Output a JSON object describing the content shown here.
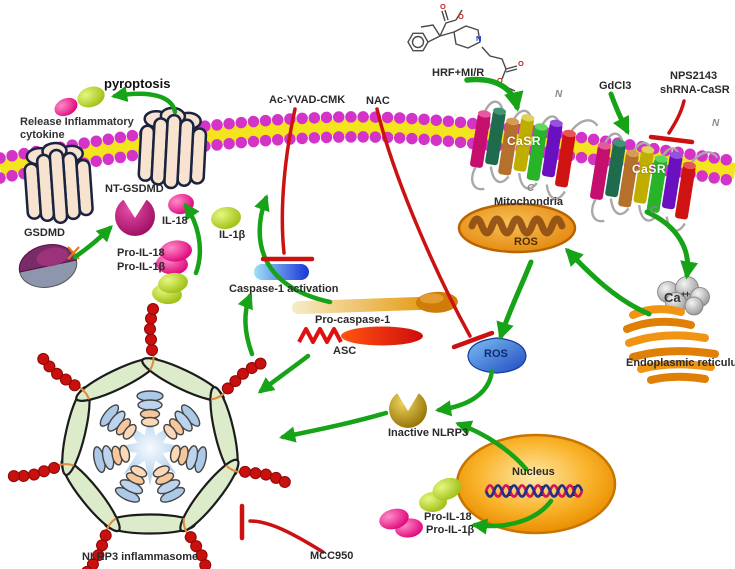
{
  "diagram_type": "cell-signaling-pathway",
  "labels": {
    "pyroptosis": "pyroptosis",
    "release_cytokine": "Release Inflammatory\ncytokine",
    "gsdmd": "GSDMD",
    "nt_gsdmd": "NT-GSDMD",
    "il18": "IL-18",
    "il1b": "IL-1β",
    "pro_il18": "Pro-IL-18",
    "pro_il1b": "Pro-IL-1β",
    "ac_yvad_cmk": "Ac-YVAD-CMK",
    "nac": "NAC",
    "caspase1_activation": "Caspase-1 activation",
    "pro_caspase1": "Pro-caspase-1",
    "asc": "ASC",
    "hrf_mir": "HRF+MI/R",
    "gdcl3": "GdCl3",
    "nps2143": "NPS2143",
    "shrna_casr": "shRNA-CaSR",
    "casr": "CaSR",
    "n_terminus": "N",
    "c_terminus": "C",
    "mitochondria": "Mitochondria",
    "ros": "ROS",
    "calcium": "Ca",
    "calcium_charge": "++",
    "endoplasmic_reticulum": "Endoplasmic reticulum",
    "inactive_nlrp3": "Inactive NLRP3",
    "nucleus": "Nucleus",
    "nucleus_pro_il18": "Pro-IL-18",
    "nucleus_pro_il1b": "Pro-IL-1β",
    "nlrp3_inflammasome": "NLRP3 inflammasome",
    "mcc950": "MCC950"
  },
  "molecule": {
    "oxygen": "O",
    "nitrogen": "N"
  },
  "colors": {
    "arrow_green": "#17a317",
    "inhibitor_red": "#cc1111",
    "membrane_head_magenta": "#d433c8",
    "membrane_tail_yellow": "#f4e41e",
    "pore_fill": "#f7e3cf",
    "cytokine_pink": "#e0007f",
    "cytokine_green": "#a8c416",
    "caspase_pill_blue": "#1a35d6",
    "pro_caspase_orange": "#e59a12",
    "asc_red": "#d80f0f",
    "nlrp3_gold": "#b8860b",
    "mitochondria_orange": "#e8890a",
    "nucleus_orange": "#f29100",
    "er_orange": "#ee8c0d",
    "ros_blue": "#2b55c8",
    "inflammasome_rim_green": "#dcecca",
    "inflammasome_star_blue": "#b7d3ec",
    "casr_helix_colors": [
      "#c40f6e",
      "#1f6b4e",
      "#b5702c",
      "#bfae00",
      "#28b428",
      "#6b10c0",
      "#cf1212"
    ]
  }
}
